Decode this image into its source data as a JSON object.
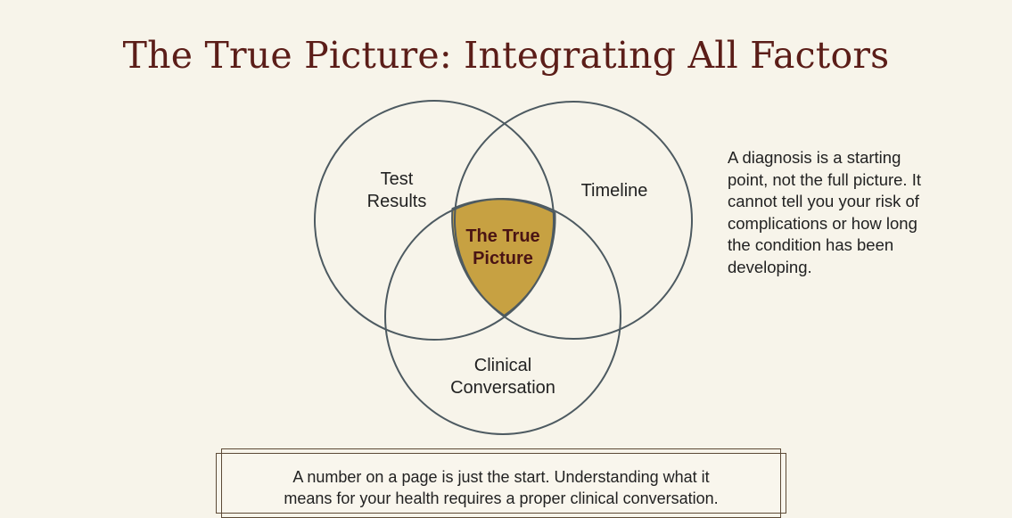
{
  "title": "The True Picture: Integrating All Factors",
  "diagram": {
    "circles": [
      {
        "name": "test-results",
        "label_lines": [
          "Test",
          "Results"
        ]
      },
      {
        "name": "timeline",
        "label_lines": [
          "Timeline"
        ]
      },
      {
        "name": "clinical-conversation",
        "label_lines": [
          "Clinical",
          "Conversation"
        ]
      }
    ],
    "center_label_lines": [
      "The True",
      "Picture"
    ],
    "intersection_color": "#c7a142",
    "stroke_color": "#4d5a61"
  },
  "side_note": {
    "lines": [
      "A diagnosis is a starting",
      "point, not the full picture. It",
      "cannot tell you your risk of",
      "complications or how long",
      "the condition has been",
      "developing."
    ]
  },
  "callout": {
    "lines": [
      "A number on a page is just the start. Understanding what it",
      "means for your health requires a proper clinical conversation."
    ]
  }
}
